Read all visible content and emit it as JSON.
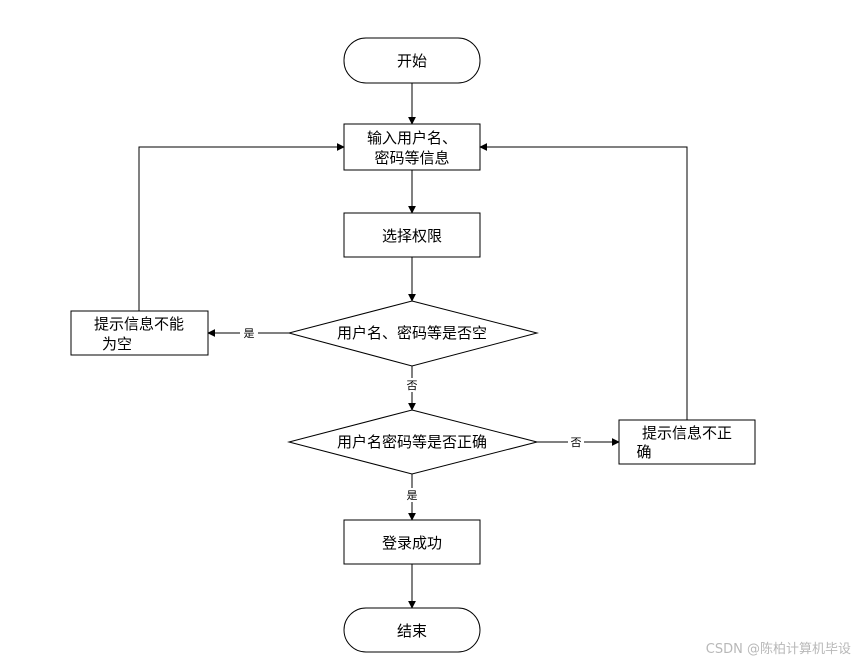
{
  "nodes": {
    "start": "开始",
    "input_line1": "输入用户名、",
    "input_line2": "密码等信息",
    "select_role": "选择权限",
    "check_empty": "用户名、密码等是否空",
    "tip_empty_line1": "提示信息不能",
    "tip_empty_line2": "为空",
    "check_correct": "用户名密码等是否正确",
    "tip_wrong_line1": "提示信息不正",
    "tip_wrong_line2": "确",
    "login_success": "登录成功",
    "end": "结束"
  },
  "edges": {
    "empty_yes": "是",
    "empty_no": "否",
    "correct_no": "否",
    "correct_yes": "是"
  },
  "watermark": "CSDN @陈柏计算机毕设"
}
